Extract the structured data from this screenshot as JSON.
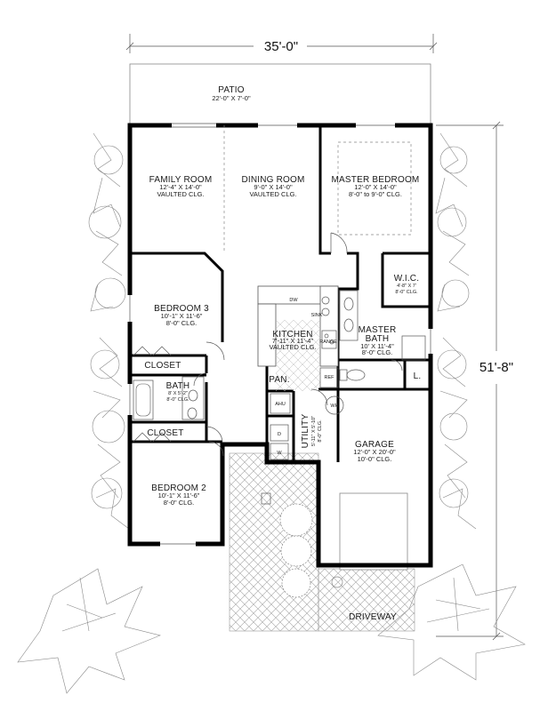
{
  "dimensions": {
    "width_label": "35'-0\"",
    "depth_label": "51'-8\""
  },
  "rooms": {
    "patio": {
      "name": "PATIO",
      "size": "22'-0\" X 7'-0\""
    },
    "family_room": {
      "name": "FAMILY ROOM",
      "size": "12'-4\" X 14'-0\"",
      "ceiling": "VAULTED CLG."
    },
    "dining_room": {
      "name": "DINING ROOM",
      "size": "9'-0\" X 14'-0\"",
      "ceiling": "VAULTED CLG."
    },
    "master_bedroom": {
      "name": "MASTER BEDROOM",
      "size": "12'-0\" X 14'-0\"",
      "ceiling": "8'-0\" to 9'-0\" CLG."
    },
    "wic": {
      "name": "W.I.C.",
      "size": "4'-8\" X 7'",
      "ceiling": "8'-0\" CLG."
    },
    "bedroom3": {
      "name": "BEDROOM 3",
      "size": "10'-1\" X 11'-6\"",
      "ceiling": "8'-0\" CLG."
    },
    "kitchen": {
      "name": "KITCHEN",
      "size": "7'-11\" X 11'-4\"",
      "ceiling": "VAULTED CLG."
    },
    "master_bath": {
      "name": "MASTER",
      "name2": "BATH",
      "size": "10' X 11'-4\"",
      "ceiling": "8'-0\" CLG."
    },
    "closet1": {
      "name": "CLOSET"
    },
    "bath": {
      "name": "BATH",
      "size": "8' X 5'-2\"",
      "ceiling": "8'-0\" CLG."
    },
    "pantry": {
      "name": "PAN."
    },
    "linen": {
      "name": "L."
    },
    "closet2": {
      "name": "CLOSET"
    },
    "utility": {
      "name": "UTILITY",
      "size": "5'-11\" X 5'-10\"",
      "ceiling": "8'-0\" CLG."
    },
    "garage": {
      "name": "GARAGE",
      "size": "12'-0\" X 20'-0\"",
      "ceiling": "10'-0\" CLG."
    },
    "bedroom2": {
      "name": "BEDROOM 2",
      "size": "10'-1\" X 11'-6\"",
      "ceiling": "8'-0\" CLG."
    },
    "driveway": {
      "name": "DRIVEWAY"
    }
  },
  "appliances": {
    "dw": "DW",
    "sink": "SINK",
    "range": "RANGE",
    "ref": "REF",
    "ahu": "AHU",
    "wh": "WH",
    "dryer": "D",
    "washer": "W"
  }
}
